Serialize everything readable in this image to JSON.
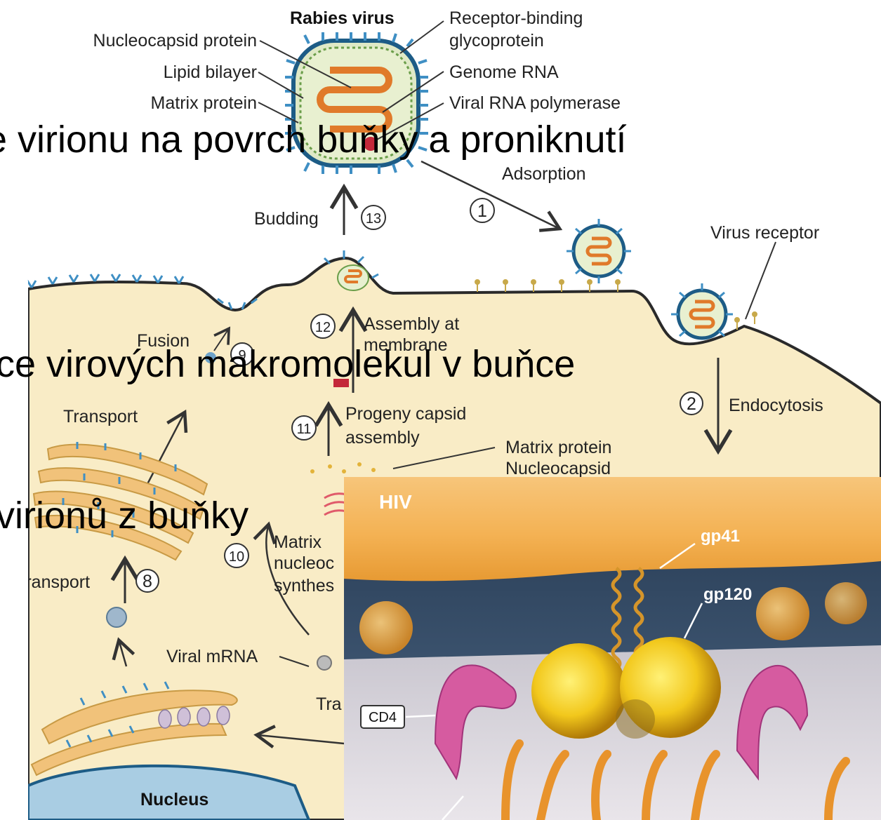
{
  "diagram": {
    "title": "Rabies virus",
    "virion_labels_left": [
      "Nucleocapsid protein",
      "Lipid bilayer",
      "Matrix protein"
    ],
    "virion_labels_right": [
      "Receptor-binding",
      "glycoprotein",
      "Genome RNA",
      "Viral RNA polymerase"
    ],
    "steps": {
      "s1": {
        "num": "1",
        "label": "Adsorption"
      },
      "s2": {
        "num": "2",
        "label": "Endocytosis"
      },
      "s8": {
        "num": "8",
        "label": "Transport"
      },
      "s9": {
        "num": "9",
        "label": "Fusion"
      },
      "s10": {
        "num": "10",
        "label": "Matrix and nucleocapsid synthesis",
        "label_l1": "Matrix",
        "label_l2": "nucleoc",
        "label_l3": "synthes"
      },
      "s11": {
        "num": "11",
        "label_l1": "Progeny capsid",
        "label_l2": "assembly"
      },
      "s12": {
        "num": "12",
        "label_l1": "Assembly at",
        "label_l2": "membrane"
      },
      "s13": {
        "num": "13",
        "label": "Budding"
      }
    },
    "other_labels": {
      "virus_receptor": "Virus receptor",
      "transport_upper": "Transport",
      "matrix_protein": "Matrix protein",
      "nucleocapsid": "Nucleocapsid",
      "viral_mrna": "Viral mRNA",
      "tra": "Tra",
      "nucleus": "Nucleus"
    }
  },
  "slide_text": {
    "bullet1": "e virionu na povrch buňky a proniknutí",
    "bullet2": "ce virových makromolekul v buňce",
    "bullet3": "virionů z buňky"
  },
  "hiv_panel": {
    "title": "HIV",
    "gp41": "gp41",
    "gp120": "gp120",
    "cd4": "CD4"
  },
  "colors": {
    "cell": "#f9ecc6",
    "membrane": "#2a2a2a",
    "glycoprotein": "#3f8fc4",
    "virion_body": "#e8f0d0",
    "rna": "#e07a2a",
    "hiv_membrane": "#f1b34a",
    "cd4": "#d65ba0",
    "hiv_virus": "#f2c81c"
  }
}
